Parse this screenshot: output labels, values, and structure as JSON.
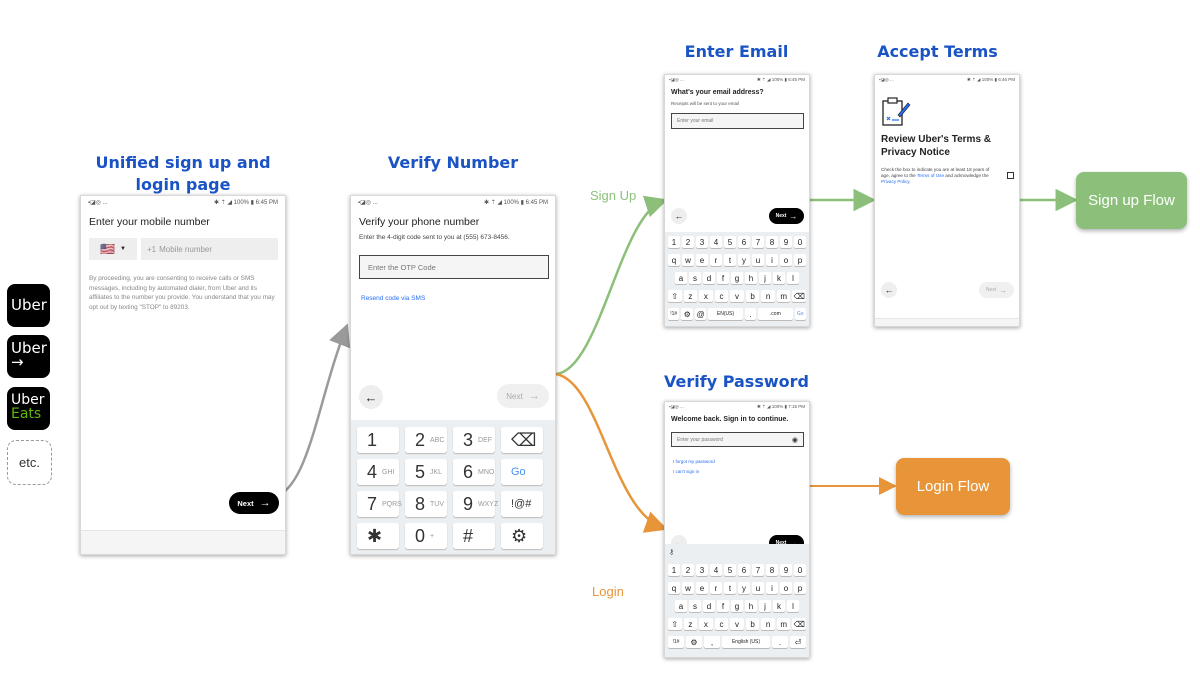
{
  "headings": {
    "unified_line1": "Unified sign up and",
    "unified_line2": "login page",
    "verify_number": "Verify Number",
    "enter_email": "Enter Email",
    "accept_terms": "Accept Terms",
    "verify_password": "Verify Password"
  },
  "apps": {
    "uber": "Uber",
    "uber_driver_top": "Uber",
    "uber_driver_arrow": "→",
    "uber_eats_top": "Uber",
    "uber_eats_bottom": "Eats",
    "etc": "etc."
  },
  "branch_labels": {
    "signup": "Sign Up",
    "login": "Login"
  },
  "flow_boxes": {
    "signup": "Sign up Flow",
    "login": "Login Flow"
  },
  "screen1": {
    "status_left": "▪◪◎ ...",
    "status_right": "✱ ⇡ ◢ 100% ▮ 6:45 PM",
    "title": "Enter your mobile number",
    "flag": "🇺🇸",
    "country_code": "+1",
    "placeholder": "Mobile number",
    "consent": "By proceeding, you are consenting to receive calls or SMS messages, including by automated dialer, from Uber and its affiliates to the number you provide. You understand that you may opt out by texting \"STOP\" to 89203.",
    "next": "Next"
  },
  "screen2": {
    "status_left": "▪◪◎ ...",
    "status_right": "✱ ⇡ ◢ 100% ▮ 6:45 PM",
    "title": "Verify your phone number",
    "subtitle": "Enter the 4-digit code sent to you at (555) 673-8456.",
    "placeholder": "Enter the OTP Code",
    "resend": "Resend code via SMS",
    "next": "Next",
    "keys": [
      {
        "main": "1",
        "sub": ""
      },
      {
        "main": "2",
        "sub": "ABC"
      },
      {
        "main": "3",
        "sub": "DEF"
      },
      {
        "main": "⌫",
        "sub": ""
      },
      {
        "main": "4",
        "sub": "GHI"
      },
      {
        "main": "5",
        "sub": "JKL"
      },
      {
        "main": "6",
        "sub": "MNO"
      },
      {
        "main": "Go",
        "sub": ""
      },
      {
        "main": "7",
        "sub": "PQRS"
      },
      {
        "main": "8",
        "sub": "TUV"
      },
      {
        "main": "9",
        "sub": "WXYZ"
      },
      {
        "main": "!@#",
        "sub": ""
      },
      {
        "main": "✱",
        "sub": ""
      },
      {
        "main": "0",
        "sub": "+"
      },
      {
        "main": "#",
        "sub": ""
      },
      {
        "main": "⚙",
        "sub": ""
      }
    ]
  },
  "screen3": {
    "status_left": "▪◪◎ ...",
    "status_right": "✱ ⇡ ◢ 100% ▮ 6:45 PM",
    "title": "What's your email address?",
    "subtitle": "Receipts will be sent to your email",
    "placeholder": "Enter your email",
    "next": "Next",
    "rows": [
      [
        "1",
        "2",
        "3",
        "4",
        "5",
        "6",
        "7",
        "8",
        "9",
        "0"
      ],
      [
        "q",
        "w",
        "e",
        "r",
        "t",
        "y",
        "u",
        "i",
        "o",
        "p"
      ],
      [
        "a",
        "s",
        "d",
        "f",
        "g",
        "h",
        "j",
        "k",
        "l"
      ],
      [
        "⇧",
        "z",
        "x",
        "c",
        "v",
        "b",
        "n",
        "m",
        "⌫"
      ],
      [
        "!1#",
        "⚙",
        "@",
        "EN(US)",
        ".",
        ".com",
        "Go"
      ]
    ]
  },
  "screen4": {
    "status_left": "▪◪◎ ...",
    "status_right": "✱ ⇡ ◢ 100% ▮ 6:46 PM",
    "title": "Review Uber's Terms & Privacy Notice",
    "text_a": "Check the box to indicate you are at least 18 years of age, agree to the ",
    "terms_link": "Terms of Use",
    "text_b": " and acknowledge the ",
    "privacy_link": "Privacy Policy",
    "text_c": ".",
    "next": "Next"
  },
  "screen5": {
    "status_left": "▪◪◎ ...",
    "status_right": "✱ ⇡ ◢ 100% ▮ 7:15 PM",
    "title": "Welcome back. Sign in to continue.",
    "placeholder": "Enter your password",
    "forgot": "I forgot my password",
    "cant": "I can't sign in",
    "next": "Next",
    "rows": [
      [
        "1",
        "2",
        "3",
        "4",
        "5",
        "6",
        "7",
        "8",
        "9",
        "0"
      ],
      [
        "q",
        "w",
        "e",
        "r",
        "t",
        "y",
        "u",
        "i",
        "o",
        "p"
      ],
      [
        "a",
        "s",
        "d",
        "f",
        "g",
        "h",
        "j",
        "k",
        "l"
      ],
      [
        "⇧",
        "z",
        "x",
        "c",
        "v",
        "b",
        "n",
        "m",
        "⌫"
      ],
      [
        "!1#",
        "⚙",
        ",",
        "English (US)",
        ".",
        "⏎"
      ]
    ]
  },
  "colors": {
    "heading": "#1a53c4",
    "signup_green": "#8cc07a",
    "login_orange": "#e8953a",
    "connector_grey": "#9a9a9a"
  }
}
